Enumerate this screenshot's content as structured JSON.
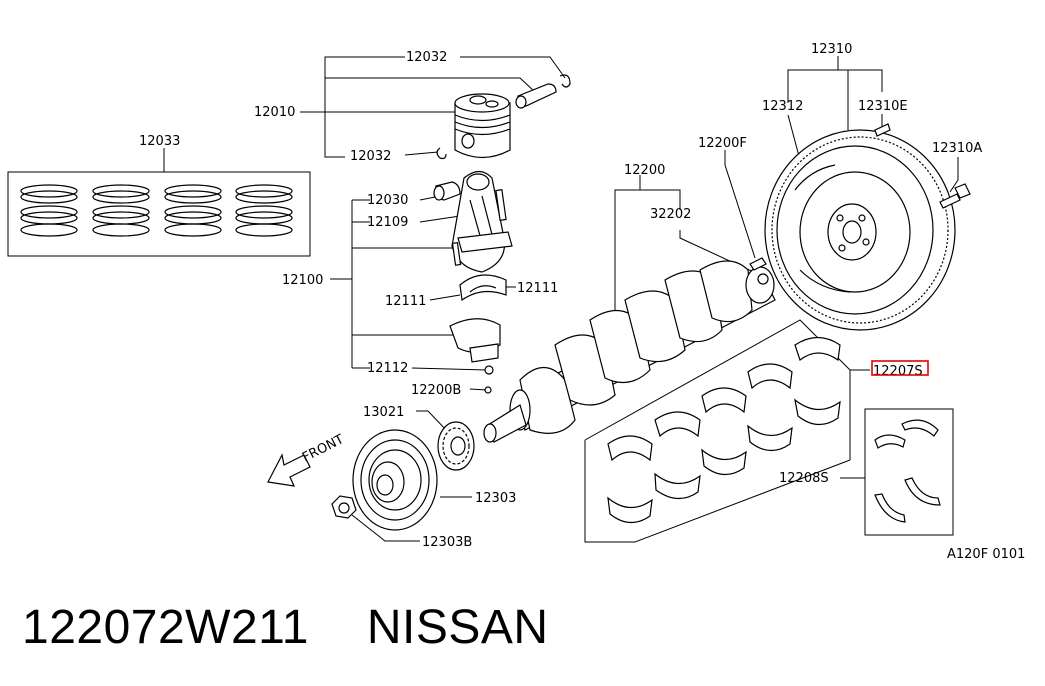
{
  "callouts": [
    {
      "id": "12032a",
      "text": "12032"
    },
    {
      "id": "12010",
      "text": "12010"
    },
    {
      "id": "12032b",
      "text": "12032"
    },
    {
      "id": "12033",
      "text": "12033"
    },
    {
      "id": "12030",
      "text": "12030"
    },
    {
      "id": "12109",
      "text": "12109"
    },
    {
      "id": "12100",
      "text": "12100"
    },
    {
      "id": "12111a",
      "text": "12111"
    },
    {
      "id": "12111b",
      "text": "12111"
    },
    {
      "id": "12112",
      "text": "12112"
    },
    {
      "id": "12200B",
      "text": "12200B"
    },
    {
      "id": "13021",
      "text": "13021"
    },
    {
      "id": "12303",
      "text": "12303"
    },
    {
      "id": "12303B",
      "text": "12303B"
    },
    {
      "id": "12200",
      "text": "12200"
    },
    {
      "id": "32202",
      "text": "32202"
    },
    {
      "id": "12200F",
      "text": "12200F"
    },
    {
      "id": "12310",
      "text": "12310"
    },
    {
      "id": "12312",
      "text": "12312"
    },
    {
      "id": "12310E",
      "text": "12310E"
    },
    {
      "id": "12310A",
      "text": "12310A"
    },
    {
      "id": "12207S",
      "text": "12207S"
    },
    {
      "id": "12208S",
      "text": "12208S"
    }
  ],
  "front_label": "FRONT",
  "diagram_code": "A120F 0101",
  "highlight_color": "#e00000",
  "caption": {
    "part_number": "122072W211",
    "brand": "NISSAN"
  }
}
